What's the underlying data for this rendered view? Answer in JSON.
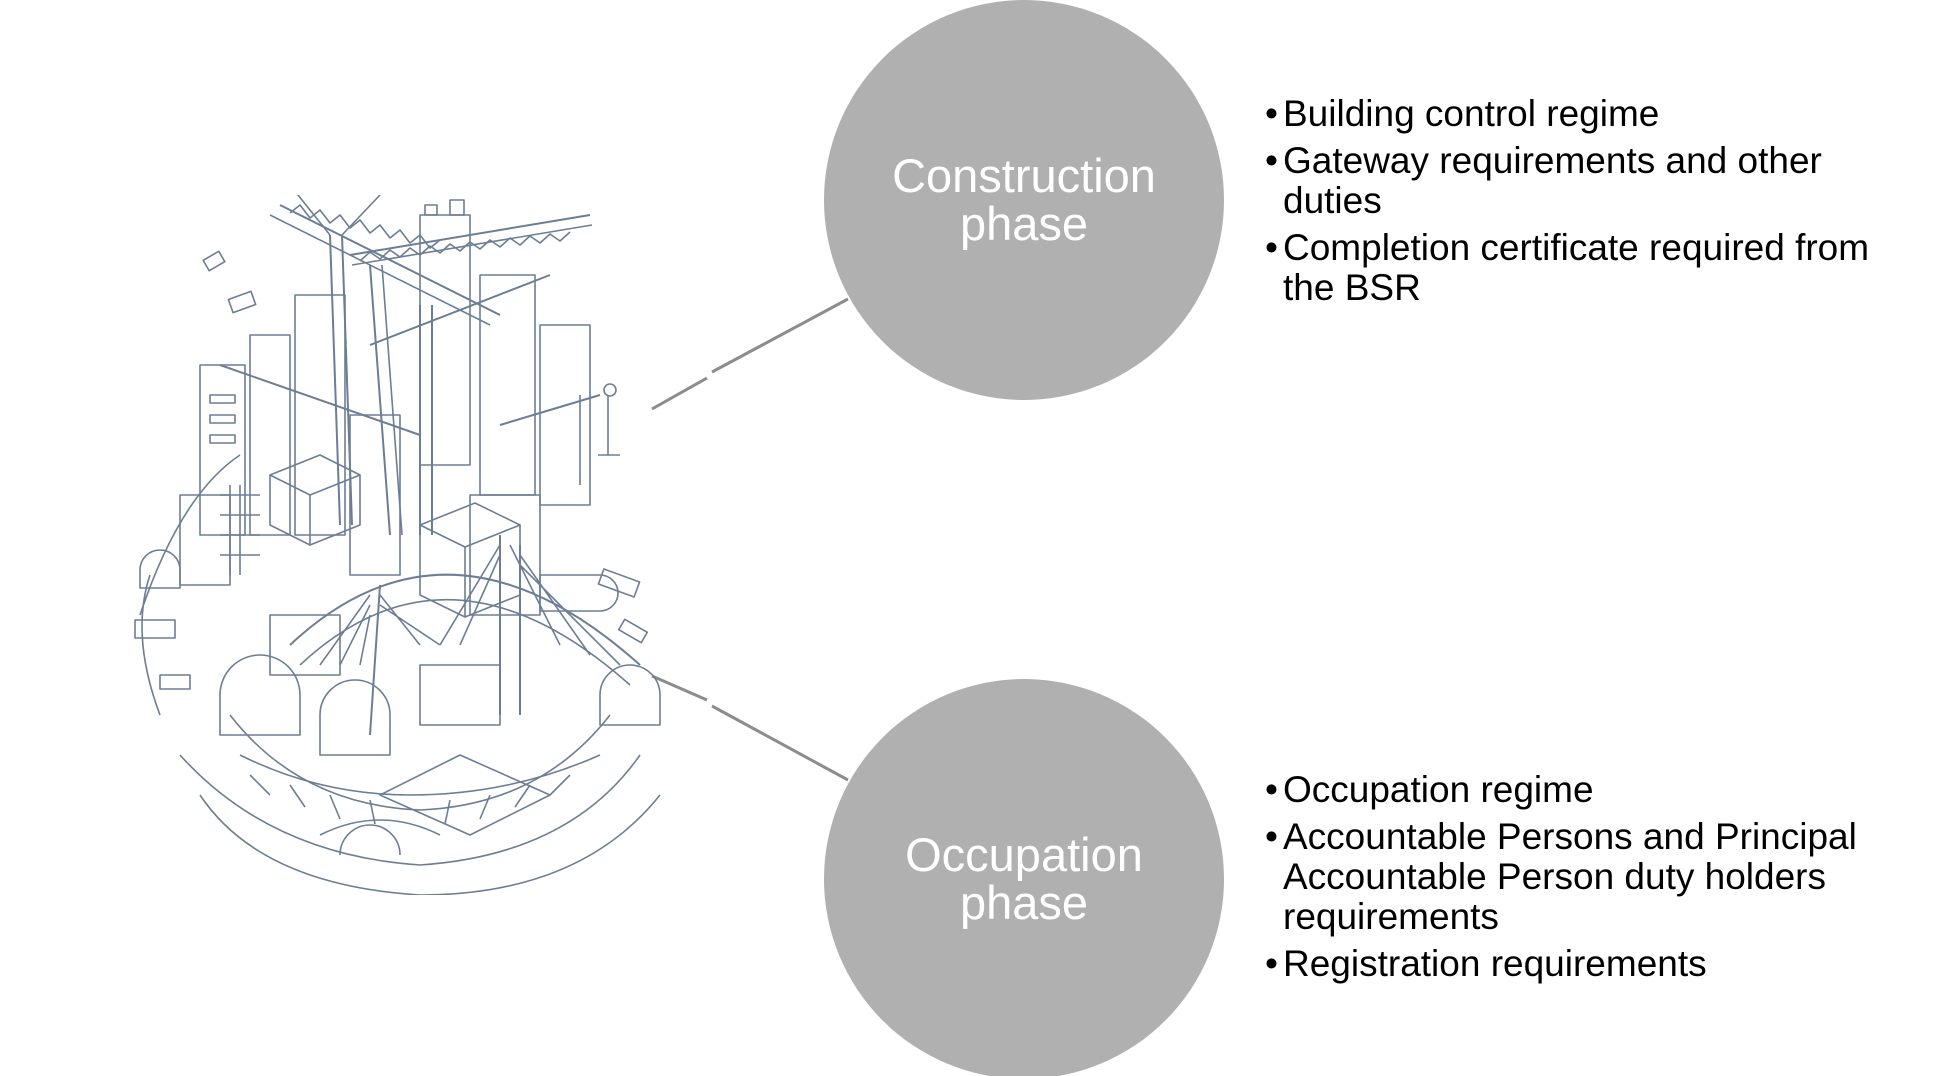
{
  "colors": {
    "circle_fill": "#b0b0b0",
    "circle_text": "#ffffff",
    "connector": "#8c8c8c",
    "sketch_line": "#6d7d95",
    "text": "#000000"
  },
  "bullet_glyph": "•",
  "phases": [
    {
      "label": "Construction phase",
      "items": [
        "Building control regime",
        "Gateway requirements and other duties",
        "Completion certificate required from the BSR"
      ]
    },
    {
      "label": "Occupation phase",
      "items": [
        "Occupation regime",
        "Accountable Persons and Principal Accountable Person duty holders requirements",
        "Registration requirements"
      ]
    }
  ],
  "illustration": {
    "icon": "city-construction-sketch-icon"
  }
}
